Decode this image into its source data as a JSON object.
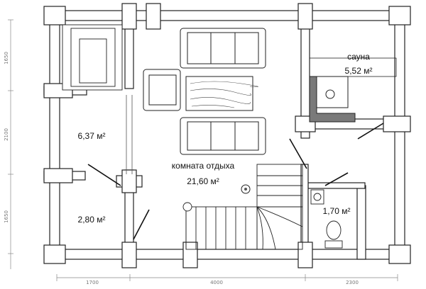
{
  "rooms": {
    "sauna": {
      "name": "сауна",
      "area": "5,52 м²"
    },
    "lounge": {
      "name": "комната отдыха",
      "area": "21,60 м²"
    },
    "room_left": {
      "area": "6,37 м²"
    },
    "room_small": {
      "area": "2,80 м²"
    },
    "wc": {
      "area": "1,70 м²"
    }
  },
  "dimensions": {
    "left_top": "1650",
    "left_mid": "2100",
    "left_bottom": "1650",
    "bottom_left": "1700",
    "bottom_mid": "4000",
    "bottom_right": "2300"
  },
  "colors": {
    "wall": "#ffffff",
    "wall_stroke": "#222222",
    "stove": "#7a7a7a",
    "line": "#111111",
    "dim": "#888888"
  }
}
